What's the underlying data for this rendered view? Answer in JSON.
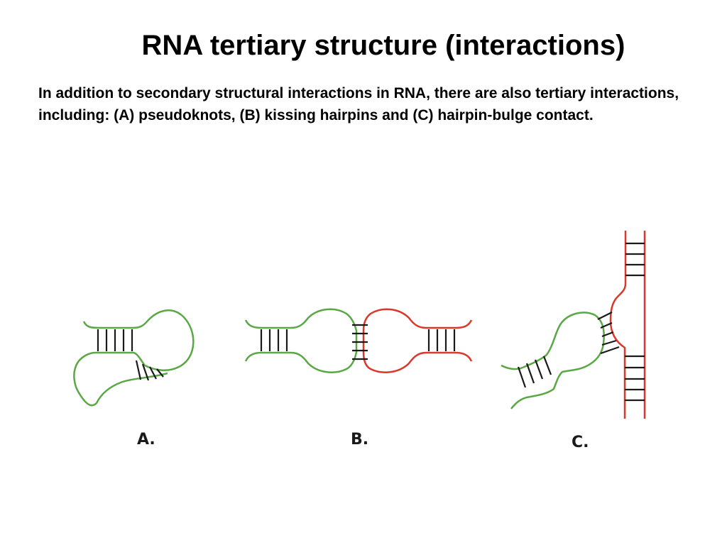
{
  "slide": {
    "title": "RNA tertiary structure (interactions)",
    "body": "In addition to secondary structural interactions in RNA, there are also tertiary interactions, including: (A) pseudoknots, (B) kissing hairpins and (C) hairpin-bulge contact."
  },
  "figure": {
    "colors": {
      "strand_green": "#5aa844",
      "strand_red": "#d9382a",
      "base_pair": "#1a1a1a",
      "label": "#1a1a1a"
    },
    "panels": [
      {
        "id": "A",
        "label": "A.",
        "interaction": "pseudoknot"
      },
      {
        "id": "B",
        "label": "B.",
        "interaction": "kissing hairpins"
      },
      {
        "id": "C",
        "label": "C.",
        "interaction": "hairpin-bulge contact"
      }
    ]
  }
}
